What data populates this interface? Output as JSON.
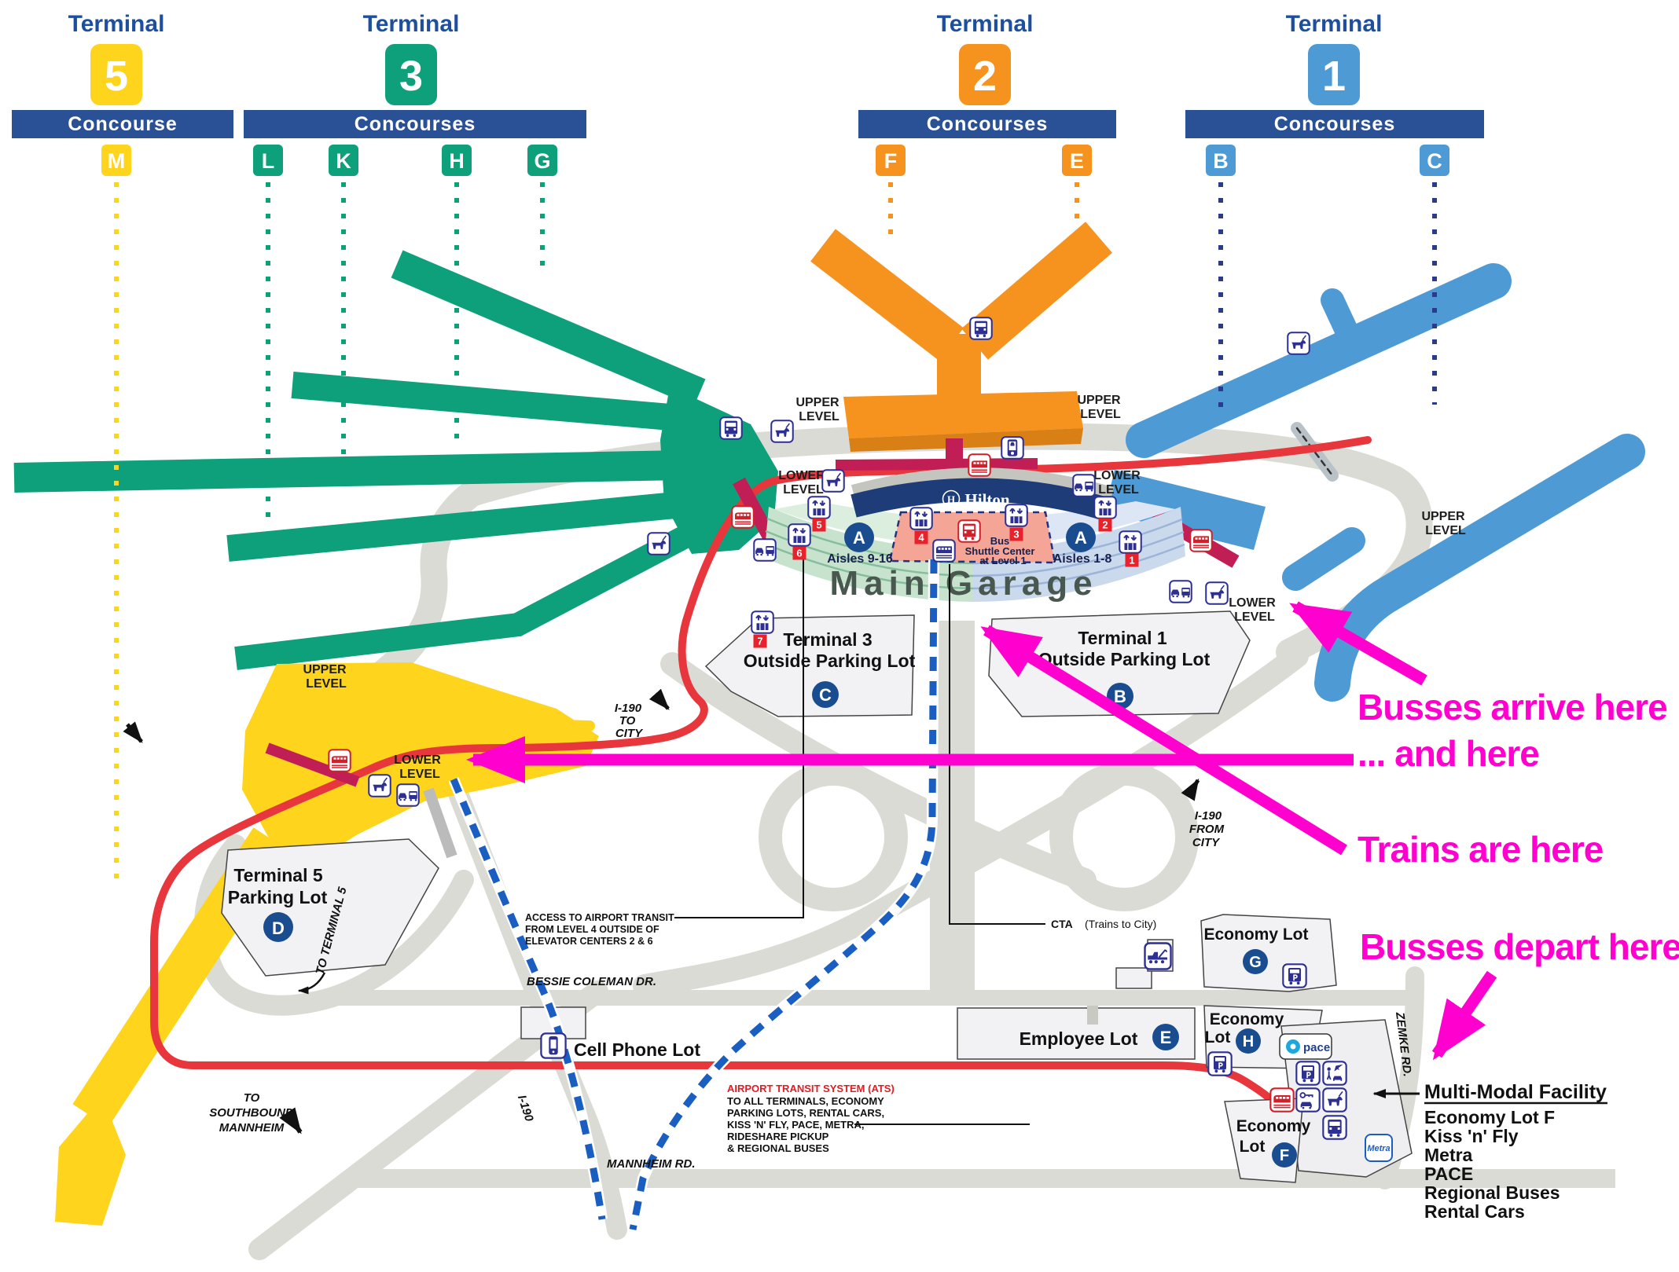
{
  "word_terminal": "Terminal",
  "t5": {
    "num": "5",
    "bar": "Concourse",
    "m": "M"
  },
  "t3": {
    "num": "3",
    "bar": "Concourses",
    "l": "L",
    "k": "K",
    "h": "H",
    "g": "G"
  },
  "t2": {
    "num": "2",
    "bar": "Concourses",
    "f": "F",
    "e": "E"
  },
  "t1": {
    "num": "1",
    "bar": "Concourses",
    "b": "B",
    "c": "C"
  },
  "levels": {
    "upper": "UPPER",
    "lower": "LOWER",
    "level": "LEVEL"
  },
  "garage": {
    "name": "Main Garage",
    "hilton": "Hilton",
    "h_logo": "H",
    "a": "A",
    "aisles_l": "Aisles 9-16",
    "aisles_r": "Aisles 1-8",
    "bus1": "Bus",
    "bus2": "Shuttle Center",
    "bus3": "at Level 1",
    "e1": "1",
    "e2": "2",
    "e3": "3",
    "e4": "4",
    "e5": "5",
    "e6": "6",
    "e7": "7"
  },
  "lots": {
    "t3a": "Terminal 3",
    "t3b": "Outside Parking Lot",
    "t3c": "C",
    "t1a": "Terminal 1",
    "t1b": "Outside Parking Lot",
    "t1c": "B",
    "t5a": "Terminal 5",
    "t5b": "Parking Lot",
    "t5c": "D",
    "emp": "Employee Lot",
    "empc": "E",
    "g": "Economy Lot",
    "gc": "G",
    "h1": "Economy",
    "h2": "Lot",
    "hc": "H",
    "f1": "Economy",
    "f2": "Lot",
    "fc": "F"
  },
  "roads": {
    "bessie": "BESSIE COLEMAN DR.",
    "mannheim": "MANNHEIM RD.",
    "zemke": "ZEMKE RD.",
    "i190": "I-190",
    "to": "TO",
    "from": "FROM",
    "city": "CITY",
    "t5": "TO TERMINAL 5",
    "sb1": "TO",
    "sb2": "SOUTHBOUND",
    "sb3": "MANNHEIM"
  },
  "misc": {
    "cell": "Cell Phone Lot",
    "cta": "CTA",
    "cta2": "(Trains to City)",
    "acc1": "ACCESS TO AIRPORT TRANSIT",
    "acc2": "FROM LEVEL 4 OUTSIDE OF",
    "acc3": "ELEVATOR CENTERS 2 & 6"
  },
  "ats": {
    "t": "AIRPORT TRANSIT SYSTEM (ATS)",
    "l1": "TO ALL TERMINALS, ECONOMY",
    "l2": "PARKING LOTS, RENTAL CARS,",
    "l3": "KISS 'N' FLY, PACE, METRA,",
    "l4": "RIDESHARE PICKUP",
    "l5": "& REGIONAL BUSES"
  },
  "mm": {
    "t": "Multi-Modal Facility",
    "i1": "Economy Lot F",
    "i2": "Kiss 'n' Fly",
    "i3": "Metra",
    "i4": "PACE",
    "i5": "Regional Buses",
    "i6": "Rental Cars",
    "pace": "pace",
    "metra": "Metra"
  },
  "ann": {
    "a1": "Busses arrive here",
    "a2": "... and here",
    "a3": "Trains are here",
    "a4": "Busses depart here"
  },
  "colors": {
    "magenta": "#FF00CE",
    "ats_red": "#E8363D",
    "bus_crimson": "#C21E56",
    "t5_yellow": "#FFD41C",
    "t3_green": "#0DA07B",
    "t2_orange": "#F6921E",
    "t1_blue": "#4E9AD5",
    "navy": "#1E4F9E",
    "cta_blue": "#1B5EC1"
  }
}
